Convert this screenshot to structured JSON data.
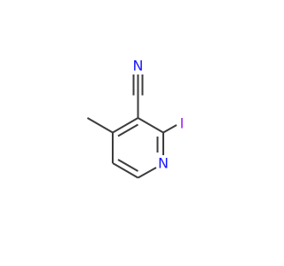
{
  "molecule": {
    "atoms": {
      "nitrogen_nitrile": {
        "symbol": "N",
        "color": "#1a1aff"
      },
      "iodine": {
        "symbol": "I",
        "color": "#a020f0"
      },
      "nitrogen_ring": {
        "symbol": "N",
        "color": "#1a1aff"
      }
    },
    "bond_color": "#3d3d3d"
  }
}
